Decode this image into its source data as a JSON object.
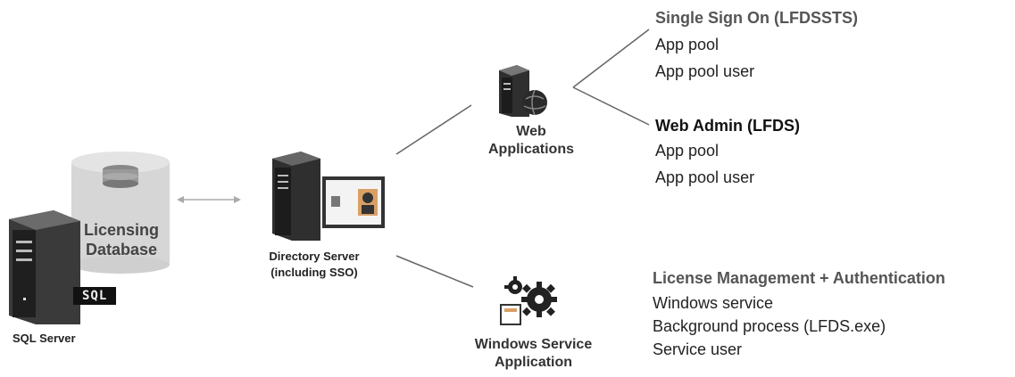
{
  "sql_server": {
    "label": "SQL Server",
    "badge": "SQL",
    "database_line1": "Licensing",
    "database_line2": "Database"
  },
  "directory_server": {
    "line1": "Directory Server",
    "line2": "(including SSO)"
  },
  "web_applications": {
    "line1": "Web",
    "line2": "Applications"
  },
  "windows_service_app": {
    "line1": "Windows Service",
    "line2": "Application"
  },
  "sso_block": {
    "heading": "Single Sign On (LFDSSTS)",
    "line1": "App pool",
    "line2": "App pool user"
  },
  "web_admin_block": {
    "heading": "Web Admin (LFDS)",
    "line1": "App pool",
    "line2": "App pool user"
  },
  "license_block": {
    "heading": "License Management + Authentication",
    "line1": "Windows service",
    "line2": "Background process (LFDS.exe)",
    "line3": "Service user"
  },
  "colors": {
    "server_dark": "#2b2b2b",
    "db_gray": "#cfcfcf",
    "connector": "#666666"
  }
}
